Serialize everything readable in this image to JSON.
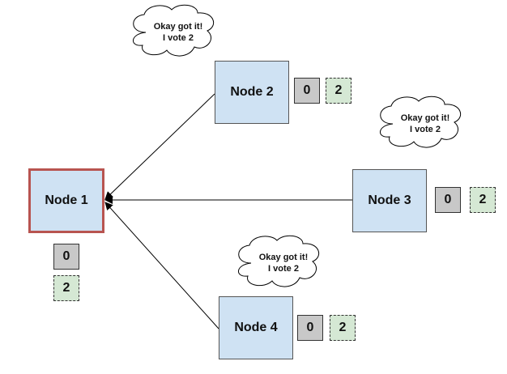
{
  "nodes": {
    "n1": {
      "label": "Node 1",
      "term": "0",
      "vote": "2"
    },
    "n2": {
      "label": "Node 2",
      "term": "0",
      "vote": "2"
    },
    "n3": {
      "label": "Node 3",
      "term": "0",
      "vote": "2"
    },
    "n4": {
      "label": "Node 4",
      "term": "0",
      "vote": "2"
    }
  },
  "bubbles": {
    "b2": {
      "line1": "Okay got it!",
      "line2": "I vote 2"
    },
    "b3": {
      "line1": "Okay got it!",
      "line2": "I vote 2"
    },
    "b4": {
      "line1": "Okay got it!",
      "line2": "I vote 2"
    }
  },
  "colors": {
    "node_fill": "#cfe2f3",
    "leader_border": "#b85450",
    "term_fill": "#c8c8c8",
    "vote_fill": "#d5e8d4"
  }
}
